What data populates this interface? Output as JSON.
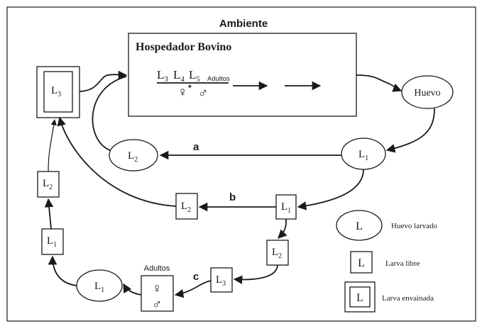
{
  "title": "Ambiente",
  "host": {
    "title": "Hospedador Bovino",
    "stages": [
      "L",
      "L",
      "L"
    ],
    "stage_subs": [
      "3",
      "4",
      "5"
    ],
    "adults": "Adultos",
    "female_symbol": "♀",
    "female_mark": "*",
    "male_symbol": "♂"
  },
  "nodes": {
    "huevo": "Huevo",
    "l1_right": {
      "base": "L",
      "sub": "1"
    },
    "l2_oval": {
      "base": "L",
      "sub": "2"
    },
    "l3_sheathed": {
      "base": "L",
      "sub": "3"
    },
    "l1_box_b": {
      "base": "L",
      "sub": "1"
    },
    "l2_box_b": {
      "base": "L",
      "sub": "2"
    },
    "l2_box_c": {
      "base": "L",
      "sub": "2"
    },
    "l3_box_c": {
      "base": "L",
      "sub": "3"
    },
    "adults_box_label": "Adultos",
    "adults_female": "♀",
    "adults_male": "♂",
    "l1_oval_left": {
      "base": "L",
      "sub": "1"
    },
    "l1_box_left": {
      "base": "L",
      "sub": "1"
    },
    "l2_box_left": {
      "base": "L",
      "sub": "2"
    }
  },
  "route_labels": {
    "a": "a",
    "b": "b",
    "c": "c"
  },
  "legend": [
    {
      "symbol": "L",
      "text": "Huevo larvado",
      "shape": "oval"
    },
    {
      "symbol": "L",
      "text": "Larva libre",
      "shape": "box"
    },
    {
      "symbol": "L",
      "text": "Larva envainada",
      "shape": "double-box"
    }
  ]
}
